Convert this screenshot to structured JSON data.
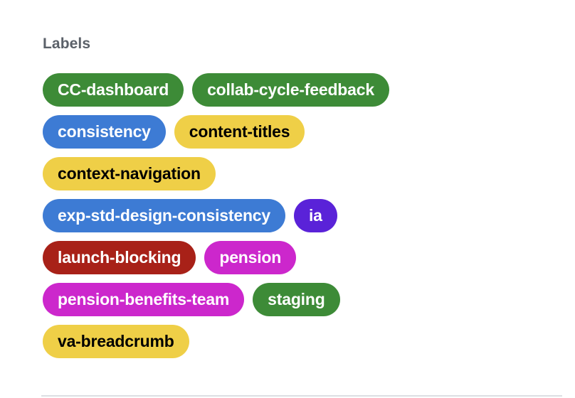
{
  "panel": {
    "title": "Labels"
  },
  "colors": {
    "heading_text": "#5b6169",
    "divider": "#dcdfe3",
    "background": "#ffffff",
    "green": "#3d8b37",
    "blue": "#3d7bd4",
    "yellow": "#efcf47",
    "purple": "#5a22d8",
    "dark_red": "#a82118",
    "magenta": "#cc27cc",
    "text_light": "#ffffff",
    "text_dark": "#000000"
  },
  "labels": [
    [
      {
        "name": "CC-dashboard",
        "bg": "#3d8b37",
        "fg": "#ffffff"
      },
      {
        "name": "collab-cycle-feedback",
        "bg": "#3d8b37",
        "fg": "#ffffff"
      }
    ],
    [
      {
        "name": "consistency",
        "bg": "#3d7bd4",
        "fg": "#ffffff"
      },
      {
        "name": "content-titles",
        "bg": "#efcf47",
        "fg": "#000000"
      }
    ],
    [
      {
        "name": "context-navigation",
        "bg": "#efcf47",
        "fg": "#000000"
      }
    ],
    [
      {
        "name": "exp-std-design-consistency",
        "bg": "#3d7bd4",
        "fg": "#ffffff"
      },
      {
        "name": "ia",
        "bg": "#5a22d8",
        "fg": "#ffffff"
      }
    ],
    [
      {
        "name": "launch-blocking",
        "bg": "#a82118",
        "fg": "#ffffff"
      },
      {
        "name": "pension",
        "bg": "#cc27cc",
        "fg": "#ffffff"
      }
    ],
    [
      {
        "name": "pension-benefits-team",
        "bg": "#cc27cc",
        "fg": "#ffffff"
      },
      {
        "name": "staging",
        "bg": "#3d8b37",
        "fg": "#ffffff"
      }
    ],
    [
      {
        "name": "va-breadcrumb",
        "bg": "#efcf47",
        "fg": "#000000"
      }
    ]
  ]
}
